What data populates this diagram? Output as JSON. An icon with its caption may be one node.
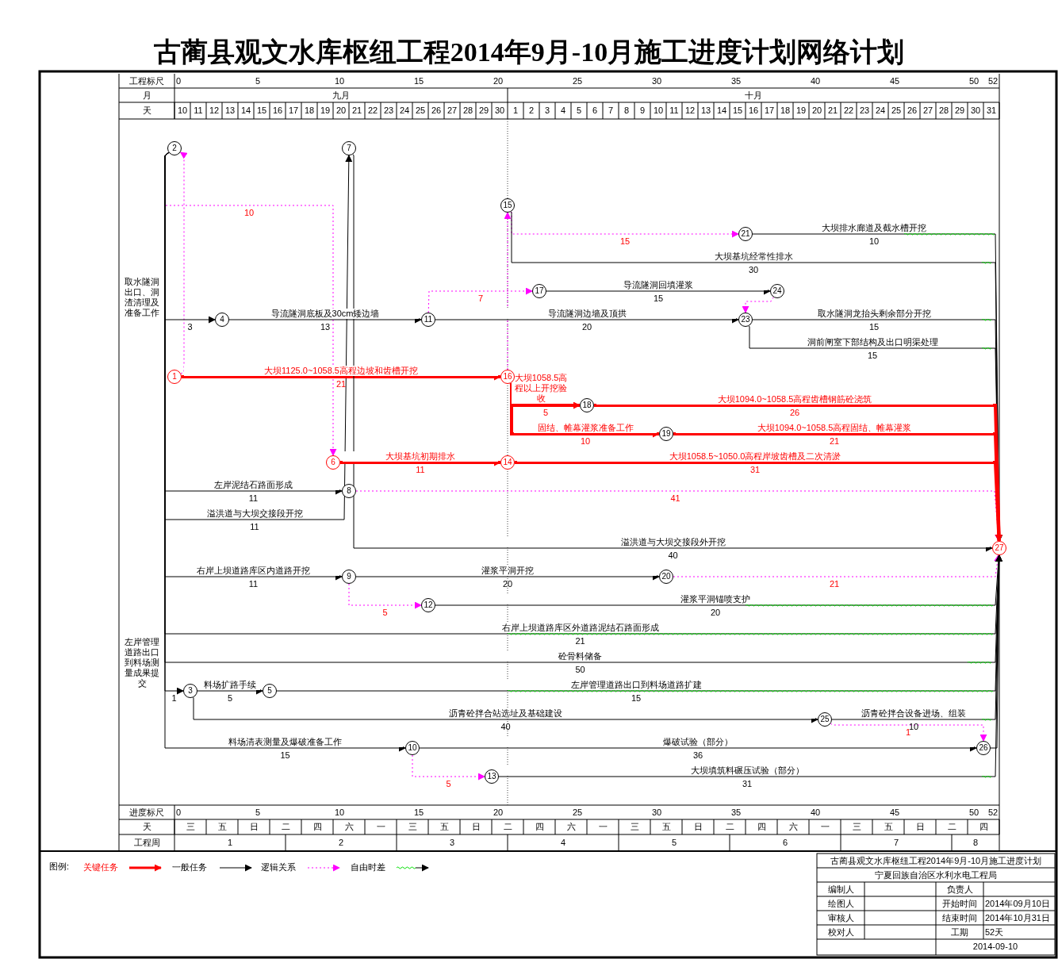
{
  "diagram": {
    "title": "古蔺县观文水库枢纽工程2014年9月-10月施工进度计划网络计划",
    "nodes": [
      {
        "text": [
          "1"
        ]
      },
      {
        "text": [
          "2"
        ]
      },
      {
        "text": [
          "3"
        ]
      },
      {
        "text": [
          "4"
        ]
      },
      {
        "text": [
          "5"
        ]
      },
      {
        "text": [
          "6"
        ]
      },
      {
        "text": [
          "7"
        ]
      },
      {
        "text": [
          "8"
        ]
      },
      {
        "text": [
          "9"
        ]
      },
      {
        "text": [
          "10"
        ]
      },
      {
        "text": [
          "11"
        ]
      },
      {
        "text": [
          "12"
        ]
      },
      {
        "text": [
          "13"
        ]
      },
      {
        "text": [
          "14"
        ]
      },
      {
        "text": [
          "15"
        ]
      },
      {
        "text": [
          "16"
        ]
      },
      {
        "text": [
          "17"
        ]
      },
      {
        "text": [
          "18"
        ]
      },
      {
        "text": [
          "19"
        ]
      },
      {
        "text": [
          "20"
        ]
      },
      {
        "text": [
          "21"
        ]
      },
      {
        "text": [
          "23"
        ]
      },
      {
        "text": [
          "24"
        ]
      },
      {
        "text": [
          "25"
        ]
      },
      {
        "text": [
          "26"
        ]
      },
      {
        "text": [
          "27"
        ]
      }
    ],
    "edges": [
      {
        "from": 0,
        "to": 1,
        "arrow": "to",
        "style": "dashed",
        "color": "#ff00ff"
      },
      {
        "from": 1,
        "to": 5,
        "arrow": "to",
        "style": "dashed",
        "color": "#ff00ff",
        "label": "10"
      },
      {
        "from": 1,
        "to": 3,
        "arrow": "to",
        "label": "取水隧洞出口、洞渣清理及准备工作"
      },
      {
        "from": 1,
        "to": 7,
        "arrow": "to",
        "label": "左岸泥结石路面形成"
      },
      {
        "from": 1,
        "to": 6,
        "arrow": "to",
        "label": "溢洪道与大坝交接段开挖"
      },
      {
        "from": 1,
        "to": 8,
        "arrow": "to",
        "label": "右岸上坝道路库区内道路开挖"
      },
      {
        "from": 1,
        "to": 25,
        "arrow": "to",
        "label": "右岸上坝道路库区外道路泥结石路面形成"
      },
      {
        "from": 1,
        "to": 25,
        "arrow": "to",
        "label": "砼骨料储备"
      },
      {
        "from": 1,
        "to": 2,
        "arrow": "to",
        "label": "左岸管理道路出口到料场测量成果提交"
      },
      {
        "from": 1,
        "to": 9,
        "arrow": "to",
        "label": "料场清表测量及爆破准备工作"
      },
      {
        "from": 0,
        "to": 15,
        "arrow": "to",
        "style": "thick",
        "color": "#ff0000",
        "label": "大坝1125.0~1058.5高程边坡和齿槽开挖"
      },
      {
        "from": 3,
        "to": 10,
        "arrow": "to",
        "label": "导流隧洞底板及30cm矮边墙"
      },
      {
        "from": 6,
        "to": 25,
        "arrow": "to",
        "label": "溢洪道与大坝交接段外开挖"
      },
      {
        "from": 5,
        "to": 13,
        "arrow": "to",
        "style": "thick",
        "color": "#ff0000",
        "label": "大坝基坑初期排水"
      },
      {
        "from": 7,
        "to": 25,
        "arrow": "to",
        "style": "dashed",
        "color": "#ff00ff",
        "label": "41"
      },
      {
        "from": 10,
        "to": 21,
        "arrow": "to",
        "label": "导流隧洞边墙及顶拱"
      },
      {
        "from": 10,
        "to": 16,
        "arrow": "to",
        "style": "dashed",
        "color": "#ff00ff",
        "label": "7"
      },
      {
        "from": 15,
        "to": 14,
        "arrow": "to",
        "style": "dashed",
        "color": "#ff00ff"
      },
      {
        "from": 14,
        "to": 20,
        "arrow": "to",
        "style": "dashed",
        "color": "#ff00ff",
        "label": "15"
      },
      {
        "from": 14,
        "to": 25,
        "arrow": "to",
        "label": "大坝基坑经常性排水"
      },
      {
        "from": 20,
        "to": 25,
        "arrow": "to",
        "label": "大坝排水廊道及截水槽开挖"
      },
      {
        "from": 16,
        "to": 22,
        "arrow": "to",
        "label": "导流隧洞回填灌浆"
      },
      {
        "from": 22,
        "to": 21,
        "arrow": "to",
        "style": "dashed",
        "color": "#ff00ff"
      },
      {
        "from": 21,
        "to": 25,
        "arrow": "to",
        "label": "取水隧洞龙抬头剩余部分开挖"
      },
      {
        "from": 21,
        "to": 25,
        "arrow": "to",
        "label": "洞前闸室下部结构及出口明渠处理"
      },
      {
        "from": 15,
        "to": 17,
        "arrow": "to",
        "style": "thick",
        "color": "#ff0000",
        "label": "大坝1058.5高程以上开挖验收"
      },
      {
        "from": 15,
        "to": 18,
        "arrow": "to",
        "style": "thick",
        "color": "#ff0000",
        "label": "固结、帷幕灌浆准备工作"
      },
      {
        "from": 17,
        "to": 25,
        "arrow": "to",
        "style": "thick",
        "color": "#ff0000",
        "label": "大坝1094.0~1058.5高程齿槽钢筋砼浇筑"
      },
      {
        "from": 18,
        "to": 25,
        "arrow": "to",
        "style": "thick",
        "color": "#ff0000",
        "label": "大坝1094.0~1058.5高程固结、帷幕灌浆"
      },
      {
        "from": 13,
        "to": 25,
        "arrow": "to",
        "style": "thick",
        "color": "#ff0000",
        "label": "大坝1058.5~1050.0高程岸坡齿槽及二次清淤"
      },
      {
        "from": 8,
        "to": 19,
        "arrow": "to",
        "label": "灌浆平洞开挖"
      },
      {
        "from": 8,
        "to": 11,
        "arrow": "to",
        "style": "dashed",
        "color": "#ff00ff",
        "label": "5"
      },
      {
        "from": 11,
        "to": 25,
        "arrow": "to",
        "label": "灌浆平洞锚喷支护"
      },
      {
        "from": 19,
        "to": 25,
        "arrow": "to",
        "style": "dashed",
        "color": "#ff00ff",
        "label": "21"
      },
      {
        "from": 2,
        "to": 4,
        "arrow": "to",
        "label": "料场扩路手续"
      },
      {
        "from": 4,
        "to": 25,
        "arrow": "to",
        "label": "左岸管理道路出口到料场道路扩建"
      },
      {
        "from": 2,
        "to": 23,
        "arrow": "to",
        "label": "沥青砼拌合站选址及基础建设"
      },
      {
        "from": 23,
        "to": 25,
        "arrow": "to",
        "label": "沥青砼拌合设备进场、组装"
      },
      {
        "from": 23,
        "to": 24,
        "arrow": "to",
        "style": "dashed",
        "color": "#ff00ff",
        "label": "1"
      },
      {
        "from": 9,
        "to": 24,
        "arrow": "to",
        "label": "爆破试验（部分）"
      },
      {
        "from": 9,
        "to": 12,
        "arrow": "to",
        "style": "dashed",
        "color": "#ff00ff",
        "label": "5"
      },
      {
        "from": 12,
        "to": 25,
        "arrow": "to",
        "label": "大坝填筑料碾压试验（部分）"
      },
      {
        "from": 24,
        "to": 25,
        "arrow": "to"
      }
    ],
    "labels": [
      "工程标尺",
      "0",
      "5",
      "10",
      "15",
      "20",
      "25",
      "30",
      "35",
      "40",
      "45",
      "50",
      "52",
      "月",
      "九月",
      "十月",
      "天",
      "10",
      "11",
      "12",
      "13",
      "14",
      "15",
      "16",
      "17",
      "18",
      "19",
      "20",
      "21",
      "22",
      "23",
      "24",
      "25",
      "26",
      "27",
      "28",
      "29",
      "30",
      "1",
      "2",
      "3",
      "4",
      "5",
      "6",
      "7",
      "8",
      "9",
      "10",
      "11",
      "12",
      "13",
      "14",
      "15",
      "16",
      "17",
      "18",
      "19",
      "20",
      "21",
      "22",
      "23",
      "24",
      "25",
      "26",
      "27",
      "28",
      "29",
      "30",
      "31",
      "3",
      "11",
      "11",
      "11",
      "21",
      "50",
      "1",
      "15",
      "21",
      "13",
      "40",
      "11",
      "20",
      "30",
      "10",
      "15",
      "15",
      "15",
      "5",
      "10",
      "26",
      "21",
      "31",
      "20",
      "20",
      "5",
      "15",
      "40",
      "10",
      "36",
      "31",
      "进度标尺",
      "0",
      "5",
      "10",
      "15",
      "20",
      "25",
      "30",
      "35",
      "40",
      "45",
      "50",
      "52",
      "天",
      "三",
      "五",
      "日",
      "二",
      "四",
      "六",
      "一",
      "三",
      "五",
      "日",
      "二",
      "四",
      "六",
      "一",
      "三",
      "五",
      "日",
      "二",
      "四",
      "六",
      "一",
      "三",
      "五",
      "日",
      "二",
      "四",
      "工程周",
      "1",
      "2",
      "3",
      "4",
      "5",
      "6",
      "7",
      "8",
      "图例:",
      "古蔺县观文水库枢纽工程2014年9月-10月施工进度计划",
      "宁夏回族自治区水利水电工程局",
      "编制人",
      "负责人",
      "绘图人",
      "开始时间",
      "2014年09月10日",
      "审核人",
      "结束时间",
      "2014年10月31日",
      "校对人",
      "工期",
      "52天",
      "2014-09-10"
    ],
    "legend": [
      {
        "text": "关键任务"
      },
      {
        "text": "一般任务"
      },
      {
        "text": "逻辑关系"
      },
      {
        "text": "自由时差"
      }
    ]
  }
}
